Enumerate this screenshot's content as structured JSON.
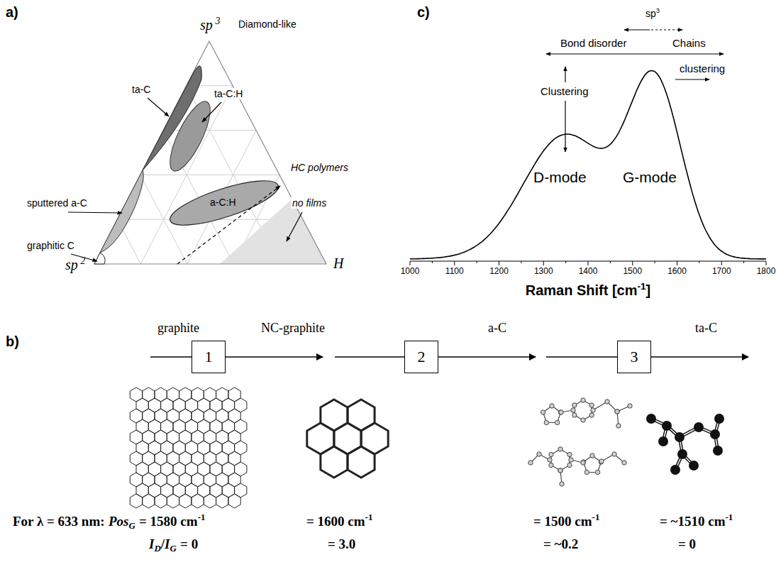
{
  "diagram": {
    "nodes": [
      {
        "text": [
          "1"
        ]
      },
      {
        "text": [
          "2"
        ]
      },
      {
        "text": [
          "3"
        ]
      }
    ],
    "labels": [
      "a)",
      "sp",
      "3",
      "Diamond-like",
      "ta-C",
      "ta-C:H",
      "sputtered a-C",
      "a-C:H",
      "HC polymers",
      "graphitic C",
      "no films",
      "sp",
      "2",
      "H",
      "b)",
      "graphite",
      "NC-graphite",
      "a-C",
      "ta-C",
      "For λ = 633 nm:",
      "Pos",
      "G",
      "= 1580 cm",
      "-1",
      "= 1600 cm",
      "-1",
      "= 1500 cm",
      "-1",
      "= ~1510 cm",
      "-1",
      "I",
      "D",
      "/",
      "I",
      "G",
      "= 0",
      "= 3.0",
      "= ~0.2",
      "= 0",
      "c)",
      "sp",
      "3",
      "Bond disorder",
      "Chains",
      "Clustering",
      "clustering",
      "D-mode",
      "G-mode",
      "1000",
      "1100",
      "1200",
      "1300",
      "1400",
      "1500",
      "1600",
      "1700",
      "1800",
      "Raman Shift [cm",
      "-1",
      "]"
    ]
  }
}
